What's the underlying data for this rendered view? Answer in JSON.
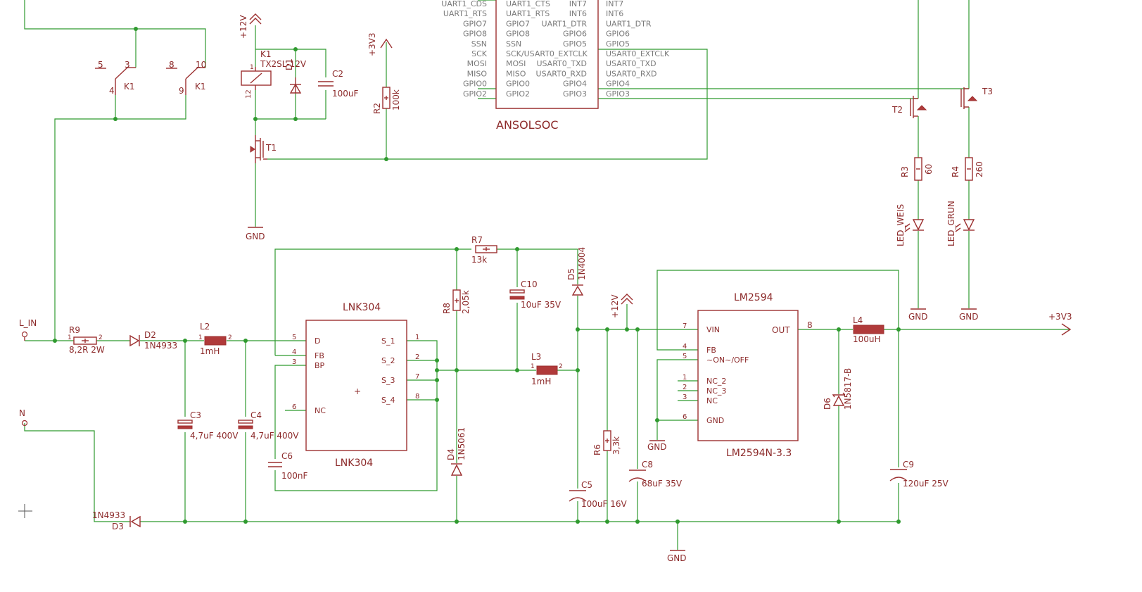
{
  "soc": {
    "name": "ANSOLSOC",
    "outer_left": [
      "UART1_CDS",
      "UART1_RTS",
      "GPIO7",
      "GPIO8",
      "SSN",
      "SCK",
      "MOSI",
      "MISO",
      "GPIO0",
      "GPIO2"
    ],
    "inner_left": [
      "UART1_CTS",
      "UART1_RTS",
      "GPIO7",
      "GPIO8",
      "SSN",
      "SCK/USART0_EXTCLK",
      "MOSI",
      "MISO",
      "GPIO0",
      "GPIO2"
    ],
    "inner_right": [
      "INT7",
      "INT6",
      "UART1_DTR",
      "GPIO6",
      "GPIO5",
      "",
      "USART0_TXD",
      "USART0_RXD",
      "GPIO4",
      "GPIO3"
    ],
    "outer_right": [
      "INT7",
      "INT6",
      "UART1_DTR",
      "GPIO6",
      "GPIO5",
      "USART0_EXTCLK",
      "USART0_TXD",
      "USART0_RXD",
      "GPIO4",
      "GPIO3"
    ]
  },
  "relay": {
    "coil_name": "K1",
    "coil_value": "TX2SL-12V",
    "pin1": "1",
    "pin12": "12",
    "sw1_label": "K1",
    "sw1_pins": [
      "5",
      "3",
      "4"
    ],
    "sw2_label": "K1",
    "sw2_pins": [
      "8",
      "10",
      "9"
    ]
  },
  "parts": {
    "d1": "D1",
    "c2": "C2",
    "c2_value": "100uF",
    "r2": "R2",
    "r2_value": "100k",
    "t1": "T1",
    "t2": "T2",
    "t3": "T3",
    "r3": "R3",
    "r3_value": "60",
    "r4": "R4",
    "r4_value": "260",
    "led1": "LED_WEIS",
    "led2": "LED_GRUN",
    "r7": "R7",
    "r7_value": "13k",
    "c10": "C10",
    "c10_value": "10uF 35V",
    "d5": "D5",
    "d5_value": "1N4004",
    "r8": "R8",
    "r8_value": "2,05k",
    "l3": "L3",
    "l3_value": "1mH",
    "l3_p1": "1",
    "l3_p2": "2",
    "d4": "D4",
    "d4_value": "1N5061",
    "c5": "C5",
    "c5_value": "100uF 16V",
    "r9": "R9",
    "r9_value": "8,2R 2W",
    "r9_p1": "1",
    "r9_p2": "2",
    "d2": "D2",
    "d2_value": "1N4933",
    "l2": "L2",
    "l2_value": "1mH",
    "l2_p1": "1",
    "l2_p2": "2",
    "c3": "C3",
    "c3_value": "4,7uF 400V",
    "c4": "C4",
    "c4_value": "4,7uF 400V",
    "c6": "C6",
    "c6_value": "100nF",
    "d3": "D3",
    "d3_value": "1N4933",
    "r6": "R6",
    "r6_value": "3,3k",
    "c8": "C8",
    "c8_value": "68uF 35V",
    "d6": "D6",
    "d6_value": "1N5817-B",
    "l4": "L4",
    "l4_value": "100uH",
    "c9": "C9",
    "c9_value": "120uF 25V"
  },
  "lnk": {
    "name": "LNK304",
    "value": "LNK304",
    "left_pins": [
      {
        "num": "5",
        "name": "D"
      },
      {
        "num": "4",
        "name": "FB"
      },
      {
        "num": "3",
        "name": "BP"
      },
      {
        "num": "6",
        "name": "NC"
      }
    ],
    "right_pins": [
      {
        "num": "1",
        "name": "S_1"
      },
      {
        "num": "2",
        "name": "S_2"
      },
      {
        "num": "7",
        "name": "S_3"
      },
      {
        "num": "8",
        "name": "S_4"
      }
    ]
  },
  "lm": {
    "name": "LM2594",
    "value": "LM2594N-3.3",
    "left_pins": [
      {
        "num": "7",
        "name": "VIN"
      },
      {
        "num": "4",
        "name": "FB"
      },
      {
        "num": "5",
        "name": "~ON~/OFF"
      },
      {
        "num": "1",
        "name": "NC_2"
      },
      {
        "num": "2",
        "name": "NC_3"
      },
      {
        "num": "3",
        "name": "NC"
      },
      {
        "num": "6",
        "name": "GND"
      }
    ],
    "out_pin": {
      "num": "8",
      "name": "OUT"
    }
  },
  "nets": {
    "v12": "+12V",
    "v3v3": "+3V3",
    "gnd": "GND",
    "l_in": "L_IN",
    "n": "N"
  }
}
